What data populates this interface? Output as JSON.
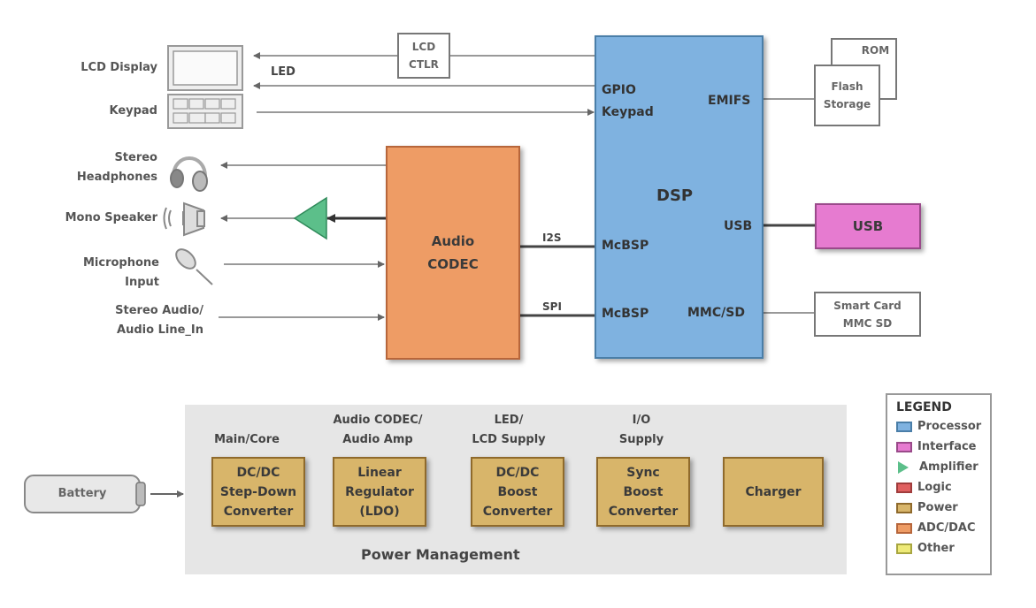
{
  "left_devices": {
    "lcd_display": "LCD Display",
    "keypad": "Keypad",
    "headphones": "Stereo\nHeadphones",
    "speaker": "Mono Speaker",
    "microphone": "Microphone\nInput",
    "line_in": "Stereo Audio/\nAudio Line_In"
  },
  "signals": {
    "led": "LED",
    "i2s": "I2S",
    "spi": "SPI"
  },
  "lcd_ctlr": "LCD\nCTLR",
  "codec": {
    "label": "Audio\nCODEC"
  },
  "dsp": {
    "title": "DSP",
    "gpio": "GPIO",
    "keypad": "Keypad",
    "emifs": "EMIFS",
    "usb": "USB",
    "mcbsp1": "McBSP",
    "mcbsp2": "McBSP",
    "mmcsd": "MMC/SD"
  },
  "memory": {
    "rom": "ROM",
    "flash": "Flash\nStorage"
  },
  "usb_block": "USB",
  "smartcard": "Smart Card\nMMC SD",
  "battery": "Battery",
  "power": {
    "title": "Power Management",
    "blocks": [
      {
        "header": "Main/Core",
        "label": "DC/DC\nStep-Down\nConverter"
      },
      {
        "header": "Audio CODEC/\nAudio Amp",
        "label": "Linear\nRegulator\n(LDO)"
      },
      {
        "header": "LED/\nLCD Supply",
        "label": "DC/DC\nBoost\nConverter"
      },
      {
        "header": "I/O\nSupply",
        "label": "Sync\nBoost\nConverter"
      },
      {
        "header": "",
        "label": "Charger"
      }
    ]
  },
  "legend": {
    "title": "LEGEND",
    "items": [
      {
        "label": "Processor",
        "color": "#7fb2e0",
        "border": "#4a7ea8",
        "shape": "rect"
      },
      {
        "label": "Interface",
        "color": "#e67bd0",
        "border": "#9a4a8a",
        "shape": "rect"
      },
      {
        "label": "Amplifier",
        "color": "#5cbf8a",
        "border": "#2f8a5a",
        "shape": "triangle"
      },
      {
        "label": "Logic",
        "color": "#e06060",
        "border": "#a03c3c",
        "shape": "rect"
      },
      {
        "label": "Power",
        "color": "#d8b56a",
        "border": "#8f6a2c",
        "shape": "rect"
      },
      {
        "label": "ADC/DAC",
        "color": "#ee9c65",
        "border": "#b7663b",
        "shape": "rect"
      },
      {
        "label": "Other",
        "color": "#eeea78",
        "border": "#a8a640",
        "shape": "rect"
      }
    ]
  }
}
